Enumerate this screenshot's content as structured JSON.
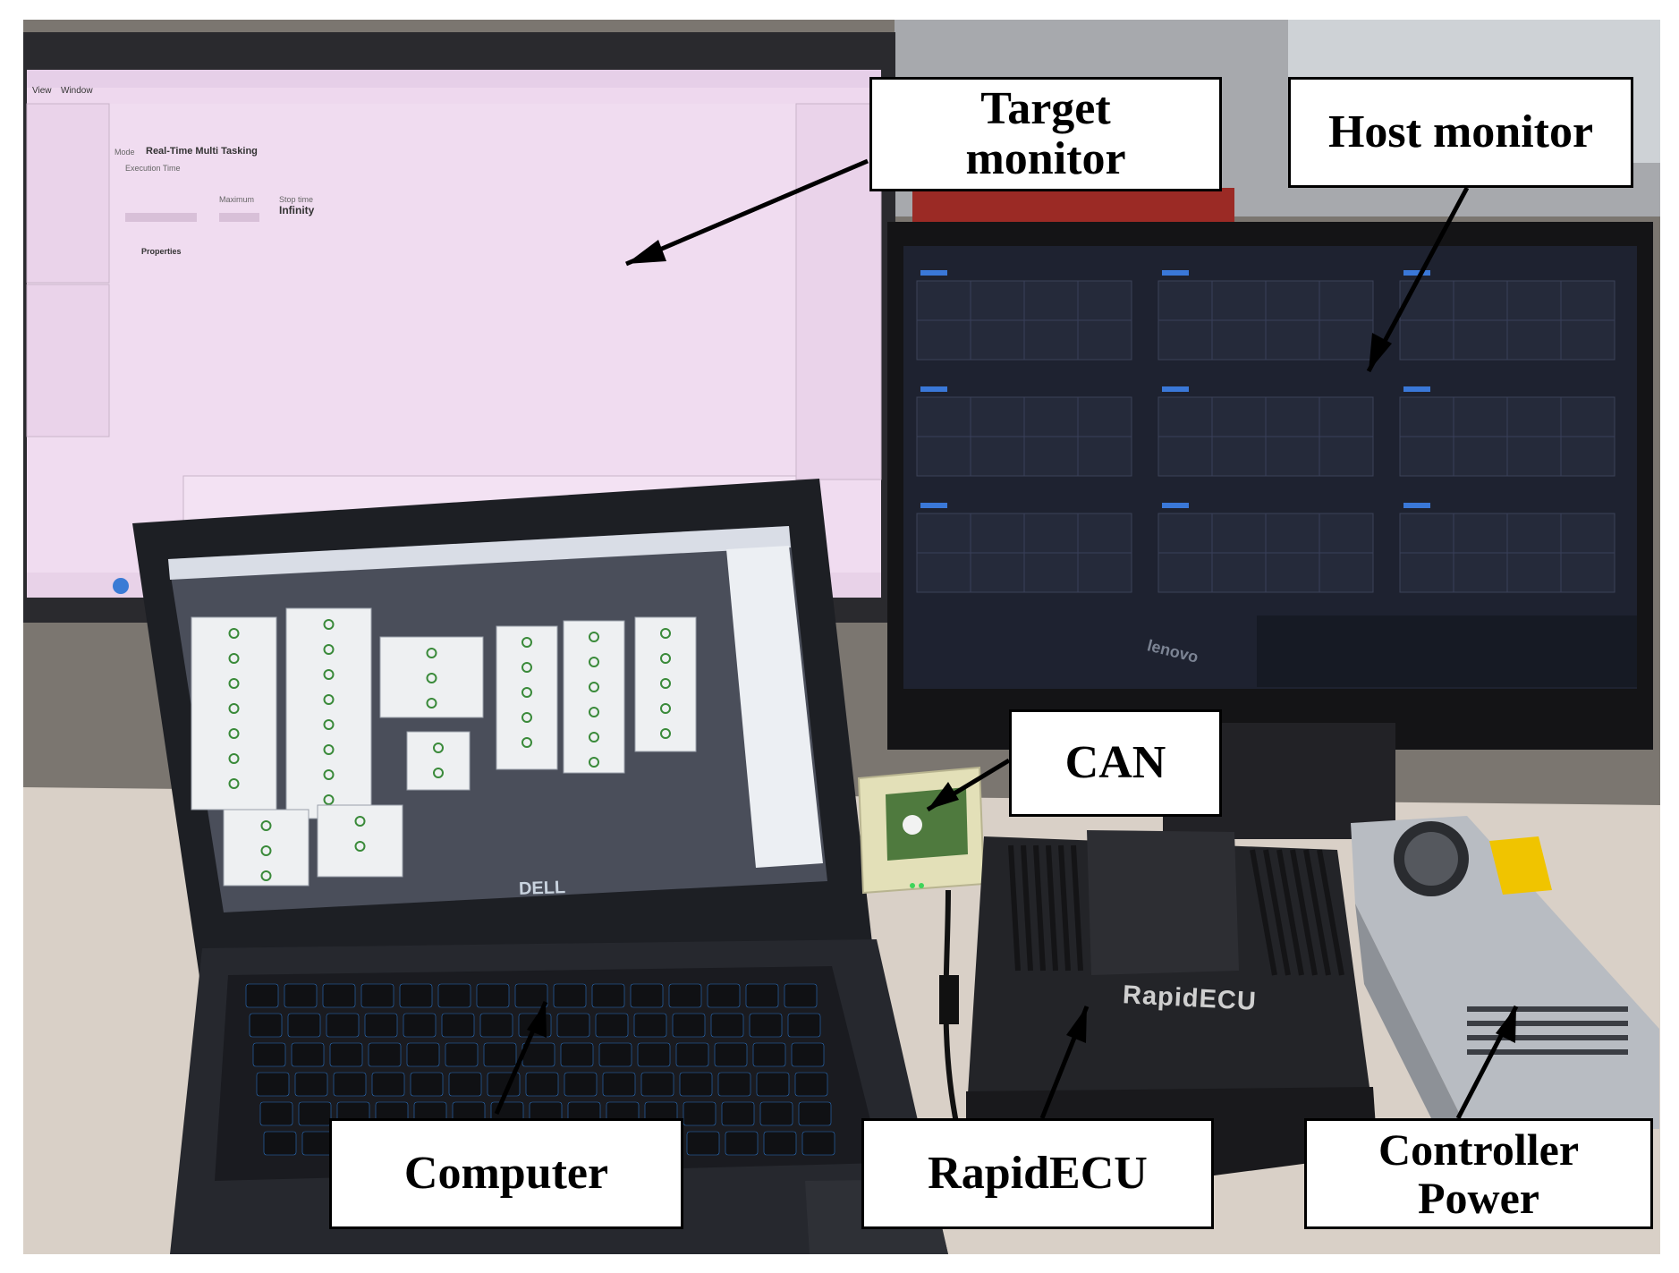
{
  "callouts": {
    "target_monitor": "Target\nmonitor",
    "host_monitor": "Host monitor",
    "can": "CAN",
    "computer": "Computer",
    "rapidecu": "RapidECU",
    "controller_power": "Controller\nPower"
  },
  "device_text": {
    "ecu_logo": "RapidECU",
    "laptop_brand": "DELL",
    "monitor_brand": "lenovo"
  },
  "target_screen": {
    "menu_view": "View",
    "menu_window": "Window",
    "mode_label": "Mode",
    "mode_value": "Real-Time Multi Tasking",
    "execution_label": "Execution Time",
    "maximum_label": "Maximum",
    "stop_time_label": "Stop time",
    "stop_time_value": "Infinity",
    "properties_label": "Properties"
  },
  "colors": {
    "callout_border": "#000000",
    "target_screen_bg": "#f0dcf0",
    "host_screen_bg": "#1e2230",
    "laptop_screen_bg": "#4a4e5a"
  }
}
